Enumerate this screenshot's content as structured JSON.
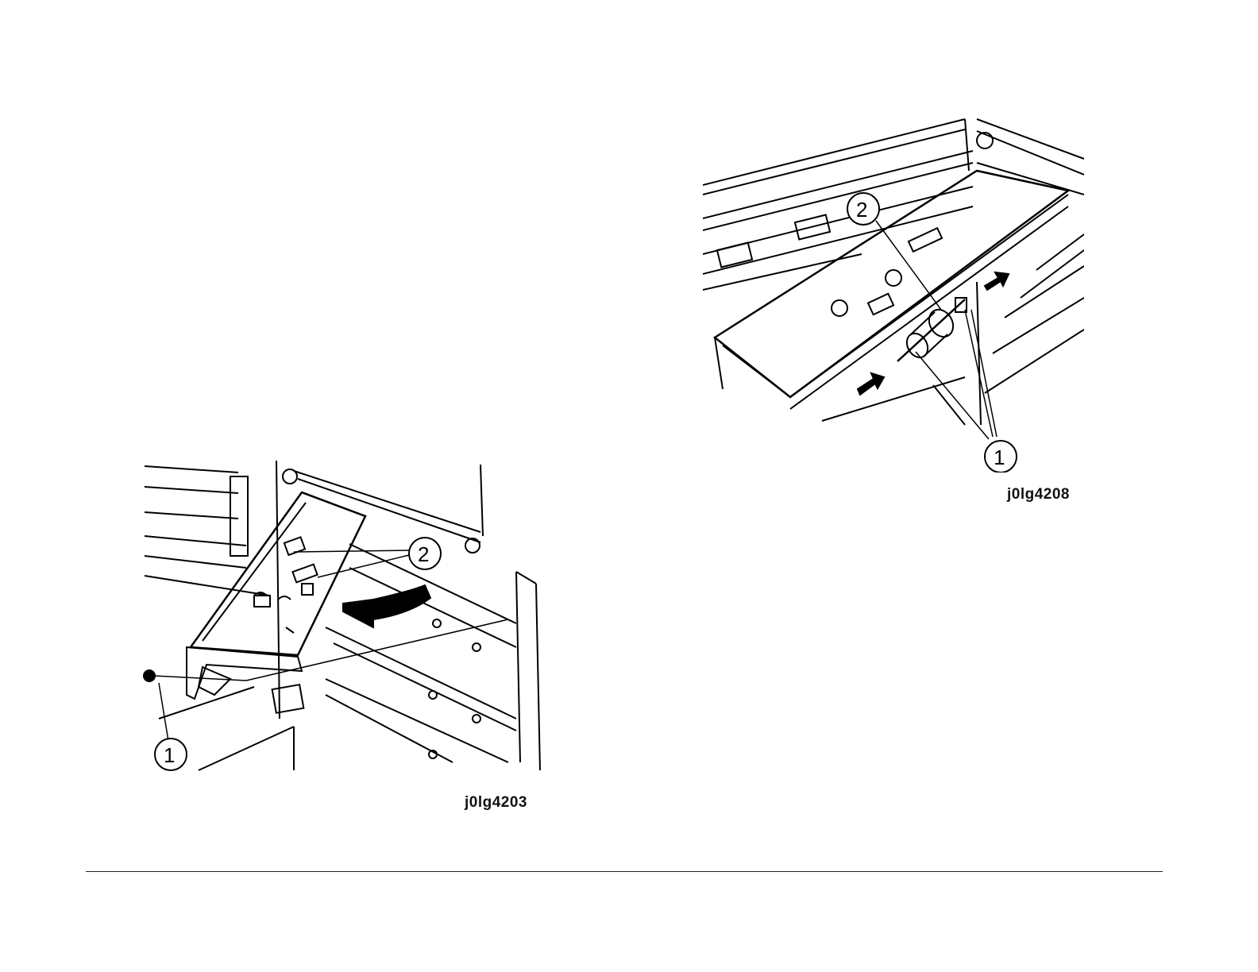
{
  "figures": [
    {
      "id_label": "j0lg4203",
      "callouts": [
        "1",
        "2"
      ]
    },
    {
      "id_label": "j0lg4208",
      "callouts": [
        "2",
        "1"
      ]
    }
  ]
}
